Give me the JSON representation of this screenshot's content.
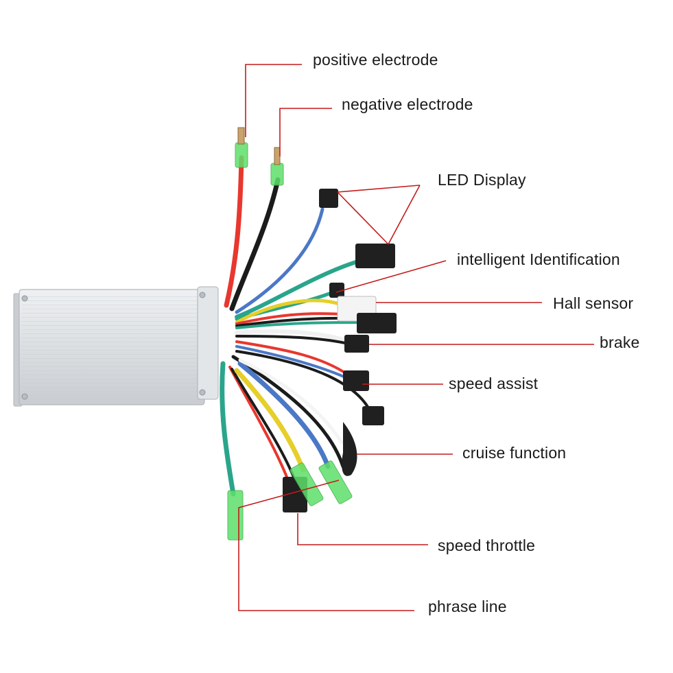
{
  "labels": {
    "positive": "positive electrode",
    "negative": "negative electrode",
    "led": "LED Display",
    "intelligent": "intelligent Identification",
    "hall": "Hall sensor",
    "brake": "brake",
    "speed_assist": "speed assist",
    "cruise": "cruise function",
    "throttle": "speed throttle",
    "phrase": "phrase line"
  },
  "colors": {
    "leader": "#c41a1a",
    "text": "#1a1a1a",
    "housing": "#d9dcdf",
    "wire_red": "#e8372f",
    "wire_black": "#1b1b1b",
    "wire_blue": "#4b78c6",
    "wire_green": "#2aa58c",
    "wire_yellow": "#e6cf2a",
    "wire_white": "#f4f4f4",
    "terminal_green": "#5ee06a",
    "connector_black": "#202020"
  }
}
